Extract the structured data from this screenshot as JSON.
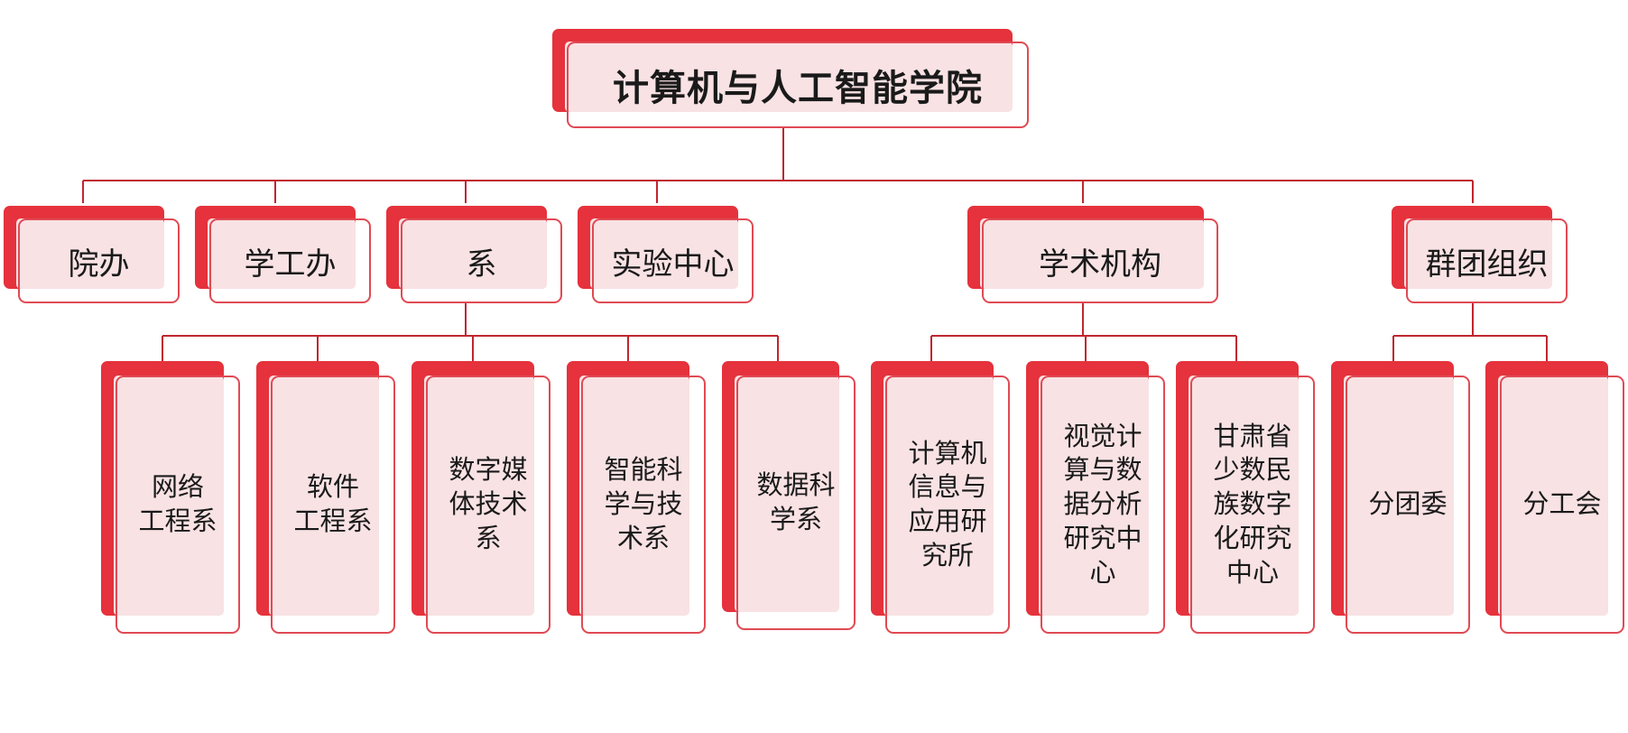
{
  "root": {
    "label": "计算机与人工智能学院"
  },
  "level1": [
    {
      "label": "院办"
    },
    {
      "label": "学工办"
    },
    {
      "label": "系"
    },
    {
      "label": "实验中心"
    },
    {
      "label": "学术机构"
    },
    {
      "label": "群团组织"
    }
  ],
  "departments": [
    {
      "label": "网络\n工程系"
    },
    {
      "label": "软件\n工程系"
    },
    {
      "label": "数字媒\n体技术\n系"
    },
    {
      "label": "智能科\n学与技\n术系"
    },
    {
      "label": "数据科\n学系"
    }
  ],
  "academic": [
    {
      "label": "计算机\n信息与\n应用研\n究所"
    },
    {
      "label": "视觉计\n算与数\n据分析\n研究中\n心"
    },
    {
      "label": "甘肃省\n少数民\n族数字\n化研究\n中心"
    }
  ],
  "groups": [
    {
      "label": "分团委"
    },
    {
      "label": "分工会"
    }
  ],
  "colors": {
    "accent": "#e5323c",
    "fill": "#f8e2e4",
    "line": "#c0262f"
  }
}
